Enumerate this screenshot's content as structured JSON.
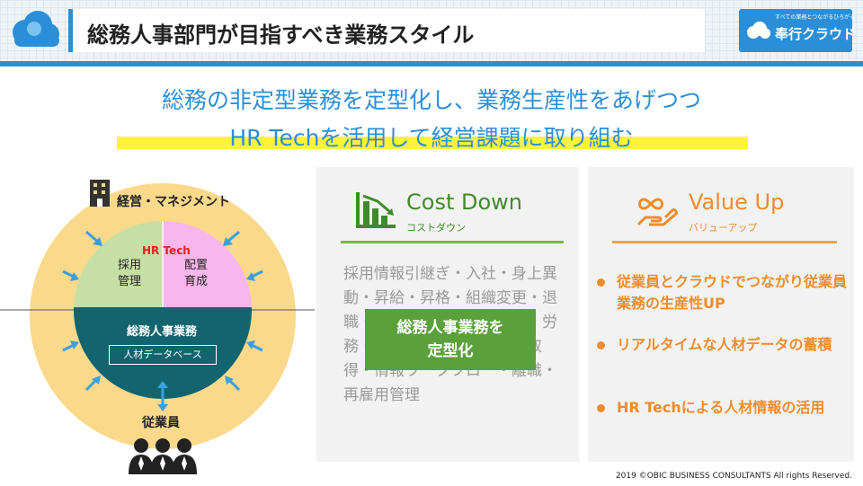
{
  "header": {
    "title": "総務人事部門が目指すべき業務スタイル",
    "brand_tagline": "すべての業務とつながるひろがる",
    "brand_name": "奉行クラウド"
  },
  "headline": {
    "line1": "総務の非定型業務を定型化し、業務生産性をあげつつ",
    "line2": "HR Techを活用して経営課題に取り組む"
  },
  "diagram": {
    "management_label": "経営・マネジメント",
    "hr_tech_label": "HR Tech",
    "left_quadrant": "採用\n管理",
    "right_quadrant": "配置\n育成",
    "ga_hr_label": "総務人事業務",
    "database_label": "人材データベース",
    "employee_label": "従業員"
  },
  "cost_down": {
    "title": "Cost Down",
    "subtitle": "コストダウン",
    "background_text": "採用情報引継ぎ・入社・身上異動・昇給・昇格・組織変更・退職・勤怠・休暇・年末調整・労務・給与明細・アルケート取得・情報ワークフロー・離職・再雇用管理",
    "center_label_line1": "総務人事業務を",
    "center_label_line2": "定型化"
  },
  "value_up": {
    "title": "Value Up",
    "subtitle": "バリューアップ",
    "bullets": [
      "従業員とクラウドでつながり従業員業務の生産性UP",
      "リアルタイムな人材データの蓄積",
      "HR Techによる人材情報の活用"
    ]
  },
  "footer": {
    "copyright": "2019 ©OBIC BUSINESS CONSULTANTS All rights Reserved."
  },
  "colors": {
    "accent_blue": "#2a8fd8",
    "green": "#5aa13c",
    "orange": "#f08c2a",
    "highlight_yellow": "#fff33d",
    "teal": "#12646e"
  }
}
